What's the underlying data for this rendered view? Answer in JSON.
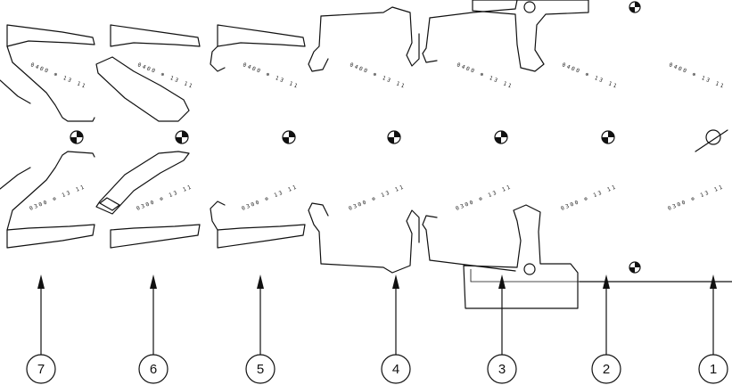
{
  "diagram": {
    "stages": [
      {
        "id": 7,
        "label": "7"
      },
      {
        "id": 6,
        "label": "6"
      },
      {
        "id": 5,
        "label": "5"
      },
      {
        "id": 4,
        "label": "4"
      },
      {
        "id": 3,
        "label": "3"
      },
      {
        "id": 2,
        "label": "2"
      },
      {
        "id": 1,
        "label": "1"
      }
    ],
    "stage_marks_top": "0400 ⊕ 13 11",
    "stage_marks_bottom": "0300 ⊕ 13 11",
    "colors": {
      "ink": "#111111",
      "background": "#ffffff"
    }
  }
}
